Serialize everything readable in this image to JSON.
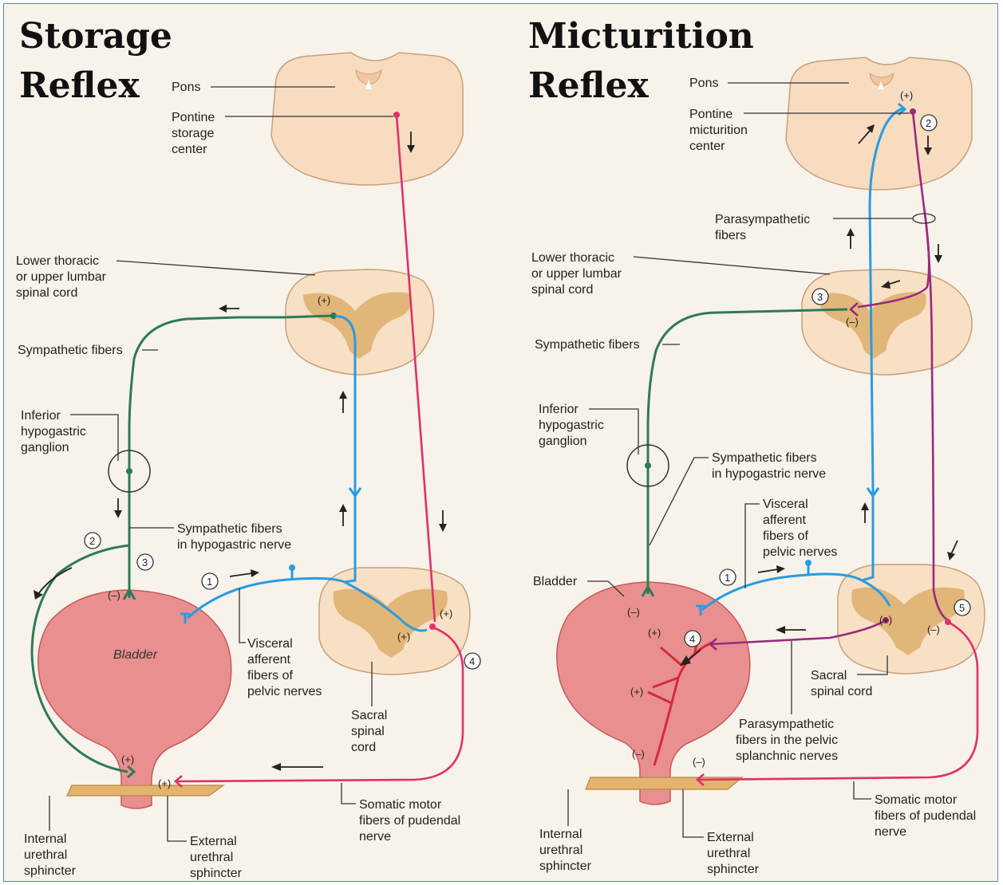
{
  "left": {
    "title_line1": "Storage",
    "title_line2": "Reflex",
    "pons": "Pons",
    "center_line1": "Pontine",
    "center_line2": "storage",
    "center_line3": "center",
    "lower_line1": "Lower thoracic",
    "lower_line2": "or upper lumbar",
    "lower_line3": "spinal cord",
    "sympathetic": "Sympathetic fibers",
    "ganglion_line1": "Inferior",
    "ganglion_line2": "hypogastric",
    "ganglion_line3": "ganglion",
    "hypo_line1": "Sympathetic fibers",
    "hypo_line2": "in hypogastric nerve",
    "bladder": "Bladder",
    "visceral_line1": "Visceral",
    "visceral_line2": "afferent",
    "visceral_line3": "fibers of",
    "visceral_line4": "pelvic nerves",
    "sacral_line1": "Sacral",
    "sacral_line2": "spinal",
    "sacral_line3": "cord",
    "somatic_line1": "Somatic motor",
    "somatic_line2": "fibers of pudendal",
    "somatic_line3": "nerve",
    "internal_line1": "Internal",
    "internal_line2": "urethral",
    "internal_line3": "sphincter",
    "external_line1": "External",
    "external_line2": "urethral",
    "external_line3": "sphincter",
    "n1": "1",
    "n2": "2",
    "n3": "3",
    "n4": "4",
    "plus": "(+)",
    "minus": "(–)"
  },
  "right": {
    "title_line1": "Micturition",
    "title_line2": "Reflex",
    "pons": "Pons",
    "center_line1": "Pontine",
    "center_line2": "micturition",
    "center_line3": "center",
    "para_line1": "Parasympathetic",
    "para_line2": "fibers",
    "lower_line1": "Lower thoracic",
    "lower_line2": "or upper lumbar",
    "lower_line3": "spinal cord",
    "sympathetic": "Sympathetic fibers",
    "ganglion_line1": "Inferior",
    "ganglion_line2": "hypogastric",
    "ganglion_line3": "ganglion",
    "hypo_line1": "Sympathetic fibers",
    "hypo_line2": "in hypogastric nerve",
    "visceral_line1": "Visceral",
    "visceral_line2": "afferent",
    "visceral_line3": "fibers of",
    "visceral_line4": "pelvic nerves",
    "bladder": "Bladder",
    "sacral_line1": "Sacral",
    "sacral_line2": "spinal cord",
    "splanch_line1": "Parasympathetic",
    "splanch_line2": "fibers in the pelvic",
    "splanch_line3": "splanchnic nerves",
    "somatic_line1": "Somatic motor",
    "somatic_line2": "fibers of pudendal",
    "somatic_line3": "nerve",
    "internal_line1": "Internal",
    "internal_line2": "urethral",
    "internal_line3": "sphincter",
    "external_line1": "External",
    "external_line2": "urethral",
    "external_line3": "sphincter",
    "n1": "1",
    "n2": "2",
    "n3": "3",
    "n4": "4",
    "n5": "5",
    "plus": "(+)",
    "minus": "(–)"
  },
  "colors": {
    "sympathetic": "#2e7a55",
    "afferent": "#2a9be0",
    "somatic": "#e0306b",
    "parasympathetic": "#9a2a7e",
    "bladder": "#e98f8f"
  }
}
